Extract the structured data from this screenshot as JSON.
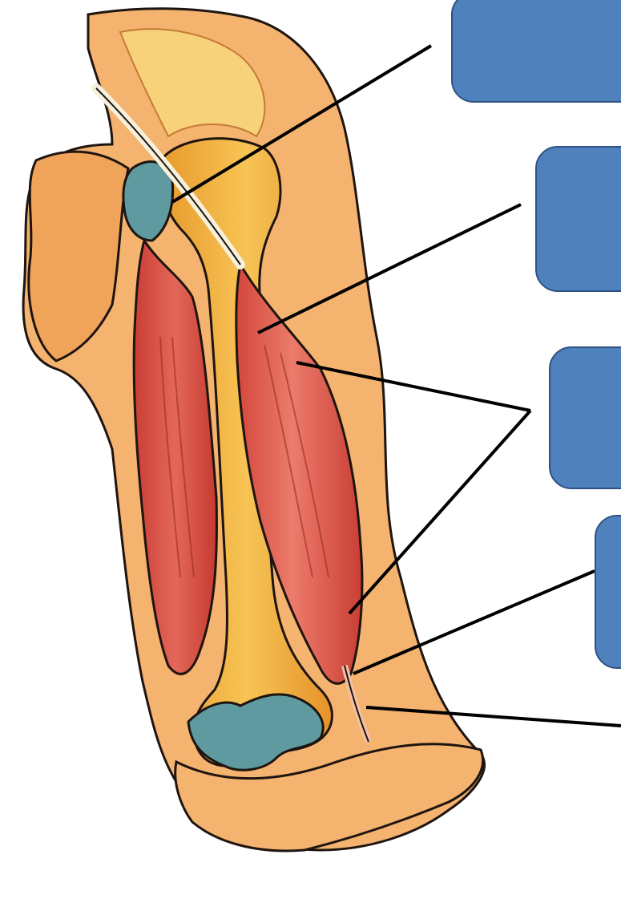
{
  "diagram": {
    "subject": "arm-muscles-anatomy",
    "labels": [
      {
        "id": "label-1",
        "text": ""
      },
      {
        "id": "label-2",
        "text": ""
      },
      {
        "id": "label-3",
        "text": ""
      },
      {
        "id": "label-4",
        "text": ""
      }
    ],
    "colors": {
      "box_fill": "#4f81bd",
      "box_border": "#2f5283",
      "muscle": "#d94f42",
      "bone": "#f2a935",
      "skin": "#f6b77a",
      "cartilage": "#5f9aa0"
    }
  }
}
